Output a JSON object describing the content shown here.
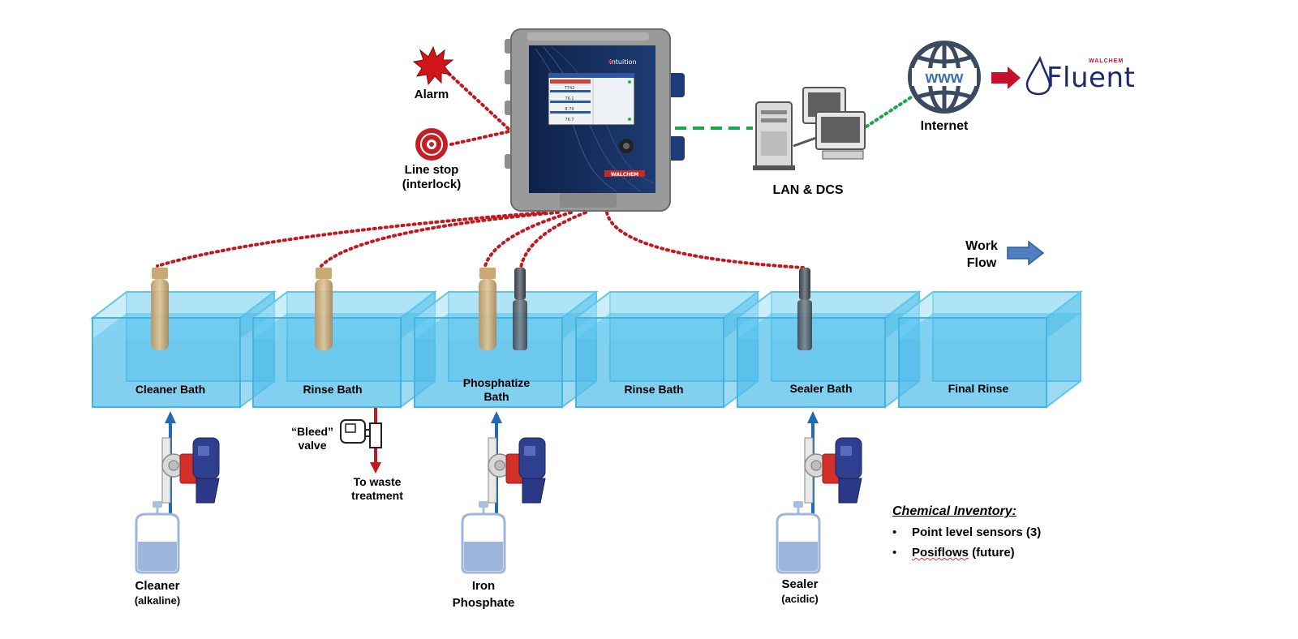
{
  "controller": {
    "brand": "intuition",
    "maker": "WALCHEM",
    "readings": [
      "7742",
      "76.1",
      "8.79",
      "76.7"
    ]
  },
  "alarm": {
    "label": "Alarm"
  },
  "line_stop": {
    "label": "Line stop",
    "sub": "(interlock)"
  },
  "network": {
    "label": "LAN & DCS"
  },
  "internet": {
    "label": "Internet",
    "globe_text": "www"
  },
  "fluent": {
    "brand": "WALCHEM",
    "name": "Fluent"
  },
  "workflow": {
    "line1": "Work",
    "line2": "Flow"
  },
  "tanks": [
    {
      "line1": "Cleaner Bath",
      "line2": ""
    },
    {
      "line1": "Rinse Bath",
      "line2": ""
    },
    {
      "line1": "Phosphatize",
      "line2": "Bath"
    },
    {
      "line1": "Rinse Bath",
      "line2": ""
    },
    {
      "line1": "Sealer Bath",
      "line2": ""
    },
    {
      "line1": "Final Rinse",
      "line2": ""
    }
  ],
  "bleed": {
    "label1": "“Bleed”",
    "label2": "valve",
    "dest1": "To waste",
    "dest2": "treatment"
  },
  "chemicals": [
    {
      "name": "Cleaner",
      "sub": "(alkaline)"
    },
    {
      "name": "Iron",
      "sub": "Phosphate"
    },
    {
      "name": "Sealer",
      "sub": "(acidic)"
    }
  ],
  "inventory": {
    "title": "Chemical Inventory:",
    "items": [
      {
        "text": "Point level sensors (3)"
      },
      {
        "prefix": "Posiflows",
        "suffix": " (future)"
      }
    ]
  },
  "colors": {
    "signal_red": "#c0191f",
    "network_green": "#1aa64a",
    "water": "#5cc6ee",
    "navy": "#1d2a6b",
    "flow_blue": "#1f6bb5",
    "pump_red": "#d3302a"
  }
}
